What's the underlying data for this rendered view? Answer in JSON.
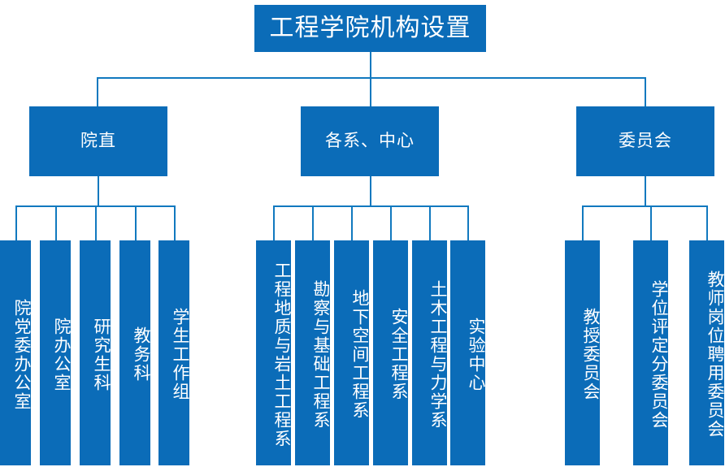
{
  "chart_data": {
    "type": "diagram",
    "diagram_kind": "organization-chart",
    "title": "工程学院机构设置",
    "orientation": "top-down",
    "levels": 3,
    "colors": {
      "node_fill": "#0b6cb8",
      "node_text": "#ffffff",
      "connector": "#1179bf",
      "background": "#ffffff"
    },
    "nodes": [
      {
        "id": "root",
        "label": "工程学院机构设置",
        "level": 0,
        "parent": null
      },
      {
        "id": "g1",
        "label": "院直",
        "level": 1,
        "parent": "root"
      },
      {
        "id": "g2",
        "label": "各系、中心",
        "level": 1,
        "parent": "root"
      },
      {
        "id": "g3",
        "label": "委员会",
        "level": 1,
        "parent": "root"
      },
      {
        "id": "g1-1",
        "label": "院党委办公室",
        "level": 2,
        "parent": "g1"
      },
      {
        "id": "g1-2",
        "label": "院办公室",
        "level": 2,
        "parent": "g1"
      },
      {
        "id": "g1-3",
        "label": "研究生科",
        "level": 2,
        "parent": "g1"
      },
      {
        "id": "g1-4",
        "label": "教务科",
        "level": 2,
        "parent": "g1"
      },
      {
        "id": "g1-5",
        "label": "学生工作组",
        "level": 2,
        "parent": "g1"
      },
      {
        "id": "g2-1",
        "label": "工程地质与岩土工程系",
        "level": 2,
        "parent": "g2"
      },
      {
        "id": "g2-2",
        "label": "勘察与基础工程系",
        "level": 2,
        "parent": "g2"
      },
      {
        "id": "g2-3",
        "label": "地下空间工程系",
        "level": 2,
        "parent": "g2"
      },
      {
        "id": "g2-4",
        "label": "安全工程系",
        "level": 2,
        "parent": "g2"
      },
      {
        "id": "g2-5",
        "label": "土木工程与力学系",
        "level": 2,
        "parent": "g2"
      },
      {
        "id": "g2-6",
        "label": "实验中心",
        "level": 2,
        "parent": "g2"
      },
      {
        "id": "g3-1",
        "label": "教授委员会",
        "level": 2,
        "parent": "g3"
      },
      {
        "id": "g3-2",
        "label": "学位评定分委员会",
        "level": 2,
        "parent": "g3"
      },
      {
        "id": "g3-3",
        "label": "教师岗位聘用委员会",
        "level": 2,
        "parent": "g3"
      }
    ]
  },
  "root": {
    "title": "工程学院机构设置"
  },
  "groups": [
    {
      "label": "院直",
      "children": [
        {
          "label": "院党委办公室"
        },
        {
          "label": "院办公室"
        },
        {
          "label": "研究生科"
        },
        {
          "label": "教务科"
        },
        {
          "label": "学生工作组"
        }
      ]
    },
    {
      "label": "各系、中心",
      "children": [
        {
          "label": "工程地质与岩土工程系"
        },
        {
          "label": "勘察与基础工程系"
        },
        {
          "label": "地下空间工程系"
        },
        {
          "label": "安全工程系"
        },
        {
          "label": "土木工程与力学系"
        },
        {
          "label": "实验中心"
        }
      ]
    },
    {
      "label": "委员会",
      "children": [
        {
          "label": "教授委员会"
        },
        {
          "label": "学位评定分委员会"
        },
        {
          "label": "教师岗位聘用委员会"
        }
      ]
    }
  ]
}
